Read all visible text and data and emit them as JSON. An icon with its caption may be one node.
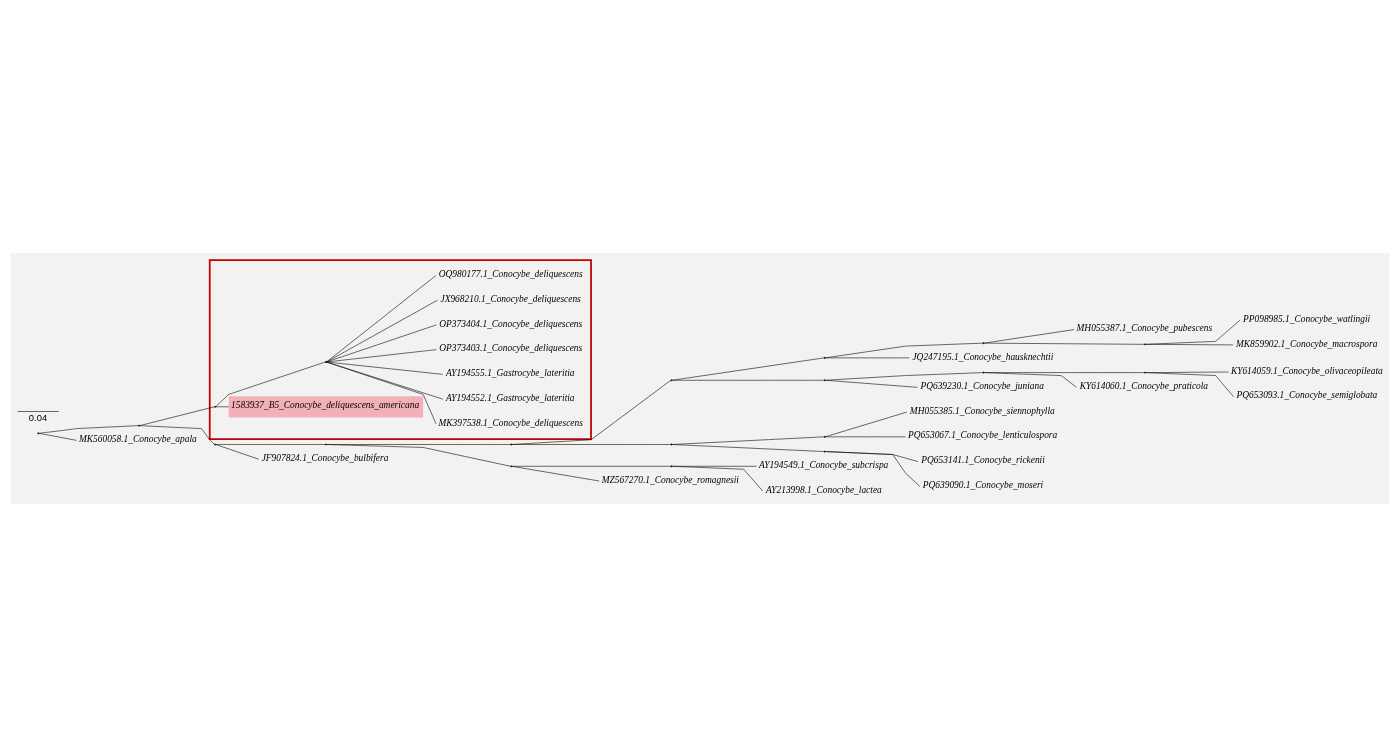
{
  "diagram": {
    "nodes": [
      {
        "text": [],
        "shape": "point"
      },
      {
        "text": [],
        "shape": "point"
      },
      {
        "text": [],
        "shape": "point"
      },
      {
        "text": [],
        "shape": "point"
      },
      {
        "text": [],
        "shape": "point"
      },
      {
        "text": [],
        "shape": "point"
      },
      {
        "text": [],
        "shape": "point"
      },
      {
        "text": [],
        "shape": "point"
      },
      {
        "text": [
          "MH055387.1_Conocybe_pubescens"
        ]
      },
      {
        "text": [],
        "shape": "point"
      },
      {
        "text": [
          "PP098985.1_Conocybe_watlingii"
        ]
      },
      {
        "text": [
          "MK859902.1_Conocybe_macrospora"
        ]
      },
      {
        "text": [
          "JQ247195.1_Conocybe_hausknechtii"
        ]
      },
      {
        "text": [],
        "shape": "point"
      },
      {
        "text": [],
        "shape": "point"
      },
      {
        "text": [],
        "shape": "point"
      },
      {
        "text": [
          "KY614059.1_Conocybe_olivaceopileata"
        ]
      },
      {
        "text": [
          "PQ653093.1_Conocybe_semiglobata"
        ]
      },
      {
        "text": [
          "KY614060.1_Conocybe_praticola"
        ]
      },
      {
        "text": [
          "PQ639230.1_Conocybe_juniana"
        ]
      },
      {
        "text": [],
        "shape": "point"
      },
      {
        "text": [],
        "shape": "point"
      },
      {
        "text": [
          "MH055385.1_Conocybe_siennophylla"
        ]
      },
      {
        "text": [
          "PQ653067.1_Conocybe_lenticulospora"
        ]
      },
      {
        "text": [],
        "shape": "point"
      },
      {
        "text": [
          "PQ653141.1_Conocybe_rickenii"
        ]
      },
      {
        "text": [
          "PQ639090.1_Conocybe_moseri"
        ]
      },
      {
        "text": [],
        "shape": "point"
      },
      {
        "text": [],
        "shape": "point"
      },
      {
        "text": [
          "AY194549.1_Conocybe_subcrispa"
        ]
      },
      {
        "text": [
          "AY213998.1_Conocybe_lactea"
        ]
      },
      {
        "text": [
          "MZ567270.1_Conocybe_romagnesii"
        ]
      },
      {
        "text": [
          "JF907824.1_Conocybe_bulbifera"
        ]
      },
      {
        "text": [],
        "shape": "box"
      },
      {
        "text": [],
        "shape": "point",
        "in": 33
      },
      {
        "text": [
          "1583937_B5_Conocybe_deliquescens_americana"
        ],
        "in": 33
      },
      {
        "text": [],
        "shape": "point",
        "in": 33
      },
      {
        "text": [
          "MK397538.1_Conocybe_deliquescens"
        ],
        "in": 33
      },
      {
        "text": [
          "AY194552.1_Gastrocybe_lateritia"
        ],
        "in": 33
      },
      {
        "text": [
          "AY194555.1_Gastrocybe_lateritia"
        ],
        "in": 33
      },
      {
        "text": [
          "OP373403.1_Conocybe_deliquescens"
        ],
        "in": 33
      },
      {
        "text": [
          "OP373404.1_Conocybe_deliquescens"
        ],
        "in": 33
      },
      {
        "text": [
          "JX968210.1_Conocybe_deliquescens"
        ],
        "in": 33
      },
      {
        "text": [
          "OQ980177.1_Conocybe_deliquescens"
        ],
        "in": 33
      },
      {
        "text": [
          "MK560058.1_Conocybe_apala"
        ]
      }
    ],
    "edges": [
      {
        "from": 0,
        "to": 1,
        "arrow": "none"
      },
      {
        "from": 0,
        "to": 44,
        "arrow": "none"
      },
      {
        "from": 1,
        "to": 2,
        "arrow": "none"
      },
      {
        "from": 1,
        "to": 34,
        "arrow": "none"
      },
      {
        "from": 2,
        "to": 3,
        "arrow": "none"
      },
      {
        "from": 2,
        "to": 32,
        "arrow": "none"
      },
      {
        "from": 3,
        "to": 4,
        "arrow": "none"
      },
      {
        "from": 3,
        "to": 27,
        "arrow": "none"
      },
      {
        "from": 4,
        "to": 5,
        "arrow": "none"
      },
      {
        "from": 4,
        "to": 20,
        "arrow": "none"
      },
      {
        "from": 5,
        "to": 6,
        "arrow": "none"
      },
      {
        "from": 5,
        "to": 13,
        "arrow": "none"
      },
      {
        "from": 6,
        "to": 7,
        "arrow": "none"
      },
      {
        "from": 6,
        "to": 12,
        "arrow": "none"
      },
      {
        "from": 7,
        "to": 8,
        "arrow": "none"
      },
      {
        "from": 7,
        "to": 9,
        "arrow": "none"
      },
      {
        "from": 9,
        "to": 10,
        "arrow": "none"
      },
      {
        "from": 9,
        "to": 11,
        "arrow": "none"
      },
      {
        "from": 13,
        "to": 14,
        "arrow": "none"
      },
      {
        "from": 13,
        "to": 19,
        "arrow": "none"
      },
      {
        "from": 14,
        "to": 15,
        "arrow": "none"
      },
      {
        "from": 14,
        "to": 18,
        "arrow": "none"
      },
      {
        "from": 15,
        "to": 16,
        "arrow": "none"
      },
      {
        "from": 15,
        "to": 17,
        "arrow": "none"
      },
      {
        "from": 20,
        "to": 21,
        "arrow": "none"
      },
      {
        "from": 20,
        "to": 24,
        "arrow": "none"
      },
      {
        "from": 21,
        "to": 22,
        "arrow": "none"
      },
      {
        "from": 21,
        "to": 23,
        "arrow": "none"
      },
      {
        "from": 24,
        "to": 25,
        "arrow": "none"
      },
      {
        "from": 24,
        "to": 26,
        "arrow": "none"
      },
      {
        "from": 27,
        "to": 28,
        "arrow": "none"
      },
      {
        "from": 27,
        "to": 31,
        "arrow": "none"
      },
      {
        "from": 28,
        "to": 29,
        "arrow": "none"
      },
      {
        "from": 28,
        "to": 30,
        "arrow": "none"
      },
      {
        "from": 34,
        "to": 35,
        "arrow": "none"
      },
      {
        "from": 34,
        "to": 36,
        "arrow": "none"
      },
      {
        "from": 36,
        "to": 37,
        "arrow": "none"
      },
      {
        "from": 36,
        "to": 38,
        "arrow": "none"
      },
      {
        "from": 36,
        "to": 39,
        "arrow": "none"
      },
      {
        "from": 36,
        "to": 40,
        "arrow": "none"
      },
      {
        "from": 36,
        "to": 41,
        "arrow": "none"
      },
      {
        "from": 36,
        "to": 42,
        "arrow": "none"
      },
      {
        "from": 36,
        "to": 43,
        "arrow": "none"
      }
    ],
    "labels": [
      "0.04"
    ]
  }
}
